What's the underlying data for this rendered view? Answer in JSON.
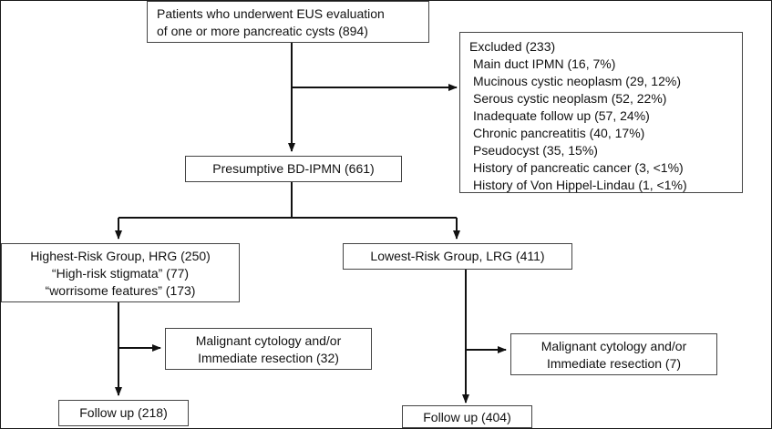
{
  "nodes": {
    "patients": {
      "lines": [
        "Patients who underwent EUS evaluation",
        "of one or more pancreatic cysts (894)"
      ]
    },
    "excluded": {
      "title": "Excluded (233)",
      "items": [
        "Main duct IPMN (16, 7%)",
        "Mucinous cystic neoplasm (29, 12%)",
        "Serous cystic neoplasm (52, 22%)",
        "Inadequate follow up (57, 24%)",
        "Chronic pancreatitis (40, 17%)",
        "Pseudocyst (35, 15%)",
        "History of pancreatic cancer (3, <1%)",
        "History of Von Hippel-Lindau (1, <1%)"
      ]
    },
    "presumptive": {
      "label": "Presumptive BD-IPMN (661)"
    },
    "hrg": {
      "lines": [
        "Highest-Risk Group, HRG (250)",
        "“High-risk stigmata” (77)",
        "“worrisome features” (173)"
      ]
    },
    "lrg": {
      "label": "Lowest-Risk Group, LRG (411)"
    },
    "hrg_malignant": {
      "lines": [
        "Malignant cytology and/or",
        "Immediate resection (32)"
      ]
    },
    "lrg_malignant": {
      "lines": [
        "Malignant cytology and/or",
        "Immediate resection (7)"
      ]
    },
    "hrg_followup": {
      "label": "Follow up (218)"
    },
    "lrg_followup": {
      "label": "Follow up (404)"
    }
  },
  "colors": {
    "line": "#111111",
    "border": "#444444",
    "background": "#ffffff"
  }
}
